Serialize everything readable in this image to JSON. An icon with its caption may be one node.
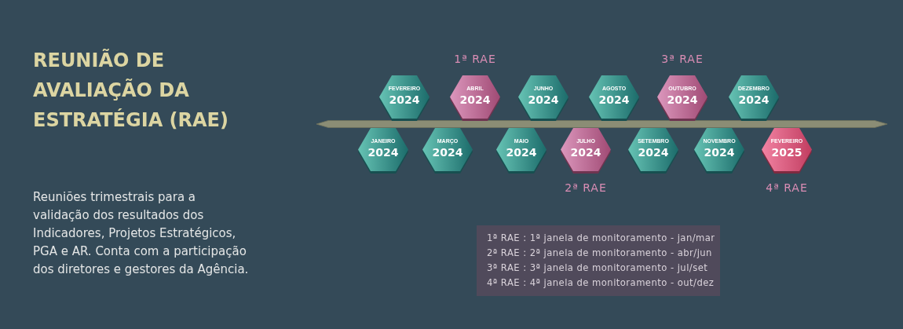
{
  "diagram": {
    "title": "REUNIÃO DE AVALIAÇÃO DA ESTRATÉGIA (RAE)",
    "nodes": [
      {
        "text": [
          "JANEIRO",
          "2024"
        ]
      },
      {
        "text": [
          "FEVEREIRO",
          "2024"
        ]
      },
      {
        "text": [
          "MARÇO",
          "2024"
        ]
      },
      {
        "text": [
          "ABRIL",
          "2024"
        ],
        "beside": [
          "1ª RAE"
        ]
      },
      {
        "text": [
          "MAIO",
          "2024"
        ]
      },
      {
        "text": [
          "JUNHO",
          "2024"
        ]
      },
      {
        "text": [
          "JULHO",
          "2024"
        ],
        "beside": [
          "2ª RAE"
        ]
      },
      {
        "text": [
          "AGOSTO",
          "2024"
        ]
      },
      {
        "text": [
          "SETEMBRO",
          "2024"
        ]
      },
      {
        "text": [
          "OUTUBRO",
          "2024"
        ],
        "beside": [
          "3ª RAE"
        ]
      },
      {
        "text": [
          "NOVEMBRO",
          "2024"
        ]
      },
      {
        "text": [
          "DEZEMBRO",
          "2024"
        ]
      },
      {
        "text": [
          "FEVEREIRO",
          "2025"
        ],
        "beside": [
          "4ª RAE"
        ]
      },
      {
        "text": [
          "1ª RAE : 1ª janela de monitoramento - jan/mar",
          "2ª RAE : 2ª janela de monitoramento - abr/jun",
          "3ª RAE : 3ª janela de monitoramento - jul/set",
          "4ª RAE : 4ª janela de monitoramento - out/dez"
        ]
      }
    ],
    "labels": [
      "Reuniões trimestrais para a validação dos resultados dos Indicadores, Projetos Estratégicos, PGA e AR. Conta com a participação dos diretores e gestores da Agência."
    ]
  }
}
